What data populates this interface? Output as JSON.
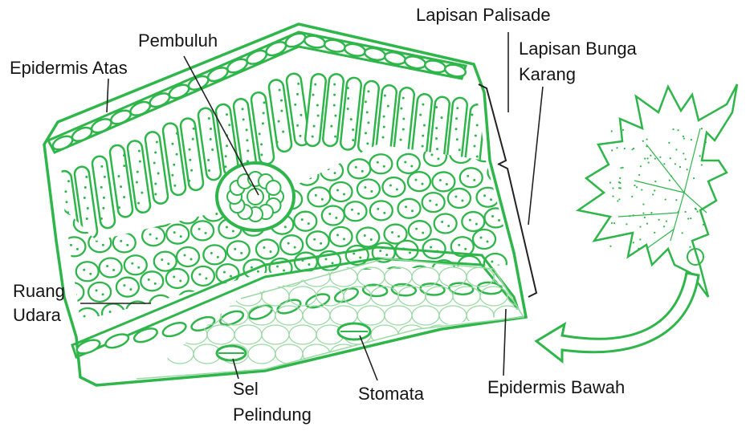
{
  "labels": {
    "palisade": "Lapisan Palisade",
    "spongy_line1": "Lapisan Bunga",
    "spongy_line2": "Karang",
    "upper_epidermis": "Epidermis Atas",
    "vessel": "Pembuluh",
    "air_space_line1": "Ruang",
    "air_space_line2": "Udara",
    "guard_cell_line1": "Sel",
    "guard_cell_line2": "Pelindung",
    "stomata": "Stomata",
    "lower_epidermis": "Epidermis Bawah"
  },
  "colors": {
    "tissue": "#2fb64a",
    "tissue_light": "#9ad9a4",
    "label_text": "#151515",
    "leader": "#222222",
    "background": "#ffffff"
  }
}
